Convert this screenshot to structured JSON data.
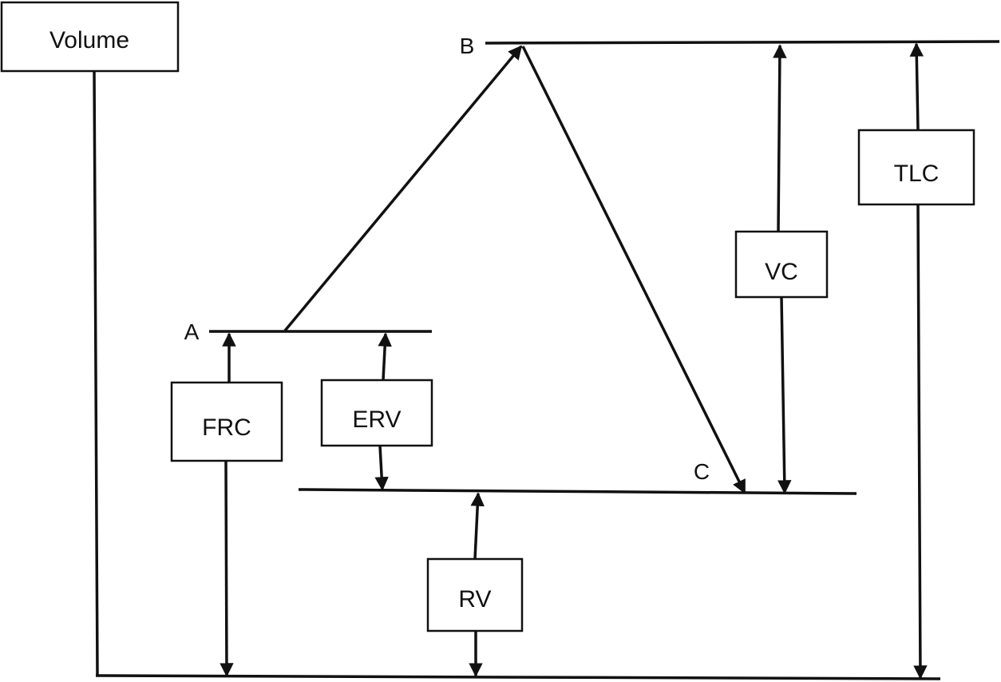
{
  "axis": {
    "label": "Volume"
  },
  "points": {
    "a": "A",
    "b": "B",
    "c": "C"
  },
  "volumes": {
    "frc": "FRC",
    "erv": "ERV",
    "rv": "RV",
    "vc": "VC",
    "tlc": "TLC"
  },
  "colors": {
    "ink": "#111111",
    "background": "#ffffff"
  }
}
